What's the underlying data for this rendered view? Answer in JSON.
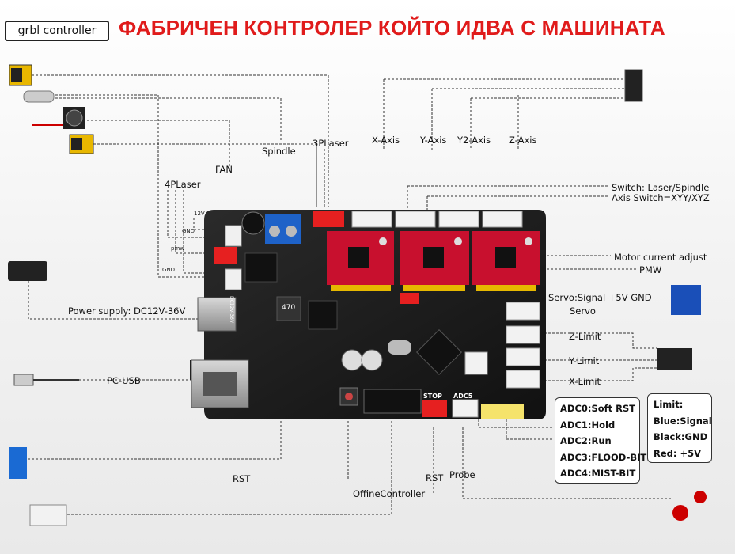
{
  "header": {
    "badge": "grbl controller",
    "title": "ФАБРИЧЕН КОНТРОЛЕР КОЙТО ИДВА С МАШИНАТА"
  },
  "labels": {
    "spindle": "Spindle",
    "laser3p": "3PLaser",
    "fan": "FAN",
    "laser4p": "4PLaser",
    "x_axis": "X-Axis",
    "y_axis": "Y-Axis",
    "y2_axis": "Y2-Axis",
    "z_axis": "Z-Axis",
    "switch_laser_spindle": "Switch: Laser/Spindle",
    "axis_switch": "Axis Switch=XYY/XYZ",
    "motor_current": "Motor current adjust",
    "pmw": "PMW",
    "servo_signal": "Servo:Signal  +5V  GND",
    "servo": "Servo",
    "z_limit": "Z-Limit",
    "y_limit": "Y-Limit",
    "x_limit": "X-Limit",
    "power_supply": "Power supply: DC12V-36V",
    "pc_usb": "PC-USB",
    "rst_left": "RST",
    "offline_controller": "OffineController",
    "rst_bottom": "RST",
    "probe": "Probe",
    "pin_12v": "12V",
    "pin_gnd1": "GND",
    "pin_pmw": "pmw",
    "pin_gnd2": "GND"
  },
  "board_text": {
    "stop": "STOP",
    "adc5": "ADC5",
    "inductor": "470",
    "power_text": "DC12V-36V"
  },
  "adc_box": [
    "ADC0:Soft RST",
    "ADC1:Hold",
    "ADC2:Run",
    "ADC3:FLOOD-BIT",
    "ADC4:MIST-BIT"
  ],
  "limit_box": [
    "Limit:",
    "Blue:Signal",
    "Black:GND",
    "Red:  +5V"
  ]
}
